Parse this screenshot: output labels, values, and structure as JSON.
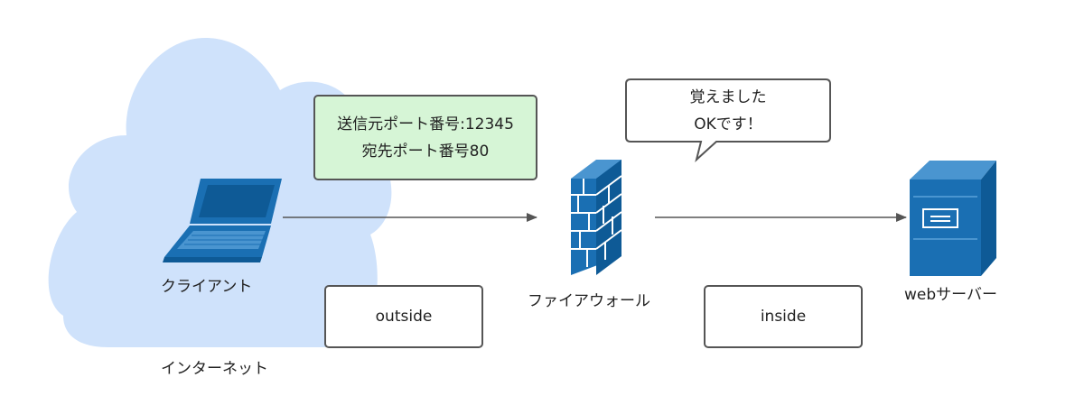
{
  "colors": {
    "cloud": "#cfe2fb",
    "device": "#1a6fb3",
    "device_dark": "#0e5a96",
    "device_light": "#4a95d0",
    "arrow": "#555555",
    "note_fill": "#d6f5d6",
    "border": "#555555"
  },
  "nodes": {
    "client": {
      "label": "クライアント",
      "icon": "laptop-icon"
    },
    "internet": {
      "label": "インターネット",
      "icon": "cloud-icon"
    },
    "firewall": {
      "label": "ファイアウォール",
      "icon": "firewall-icon"
    },
    "server": {
      "label": "webサーバー",
      "icon": "server-icon"
    }
  },
  "zones": {
    "outside": "outside",
    "inside": "inside"
  },
  "packet_note": {
    "line1": "送信元ポート番号:12345",
    "line2": "宛先ポート番号80"
  },
  "speech_bubble": {
    "line1": "覚えました",
    "line2": "OKです！"
  },
  "edges": [
    {
      "from": "client",
      "to": "firewall"
    },
    {
      "from": "firewall",
      "to": "server"
    }
  ]
}
